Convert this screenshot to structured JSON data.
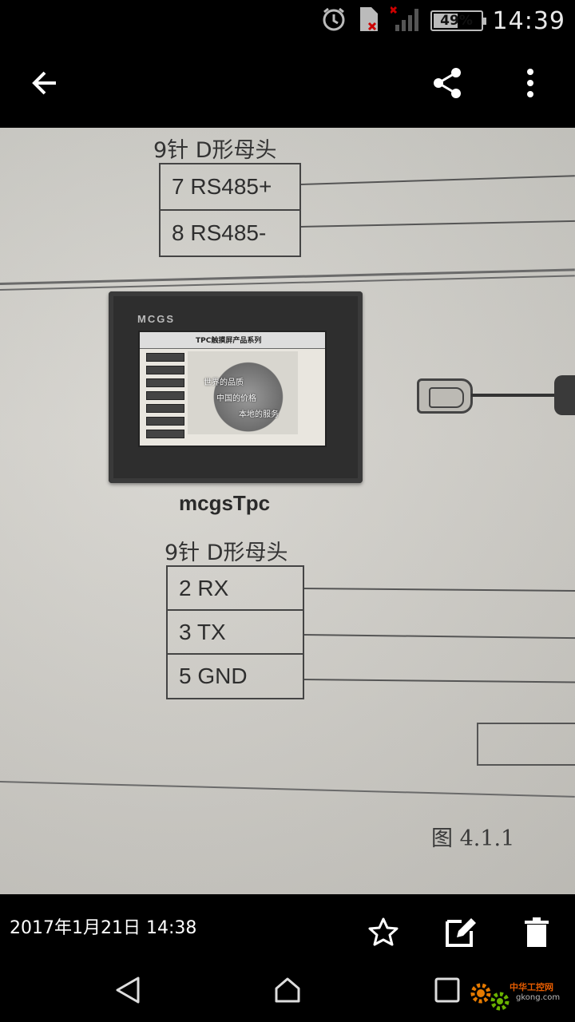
{
  "status_bar": {
    "time": "14:39",
    "battery_percent": "49%",
    "battery_level": 0.49,
    "icons": [
      "alarm-icon",
      "sim-error-icon",
      "no-signal-icon",
      "battery-icon"
    ]
  },
  "app_bar": {
    "icons": [
      "back-arrow-icon",
      "share-icon",
      "more-vert-icon"
    ]
  },
  "photo": {
    "top_connector_caption": "9针  D形母头",
    "top_pins": [
      "7 RS485+",
      "8 RS485-"
    ],
    "device_brand": "MCGS",
    "screen_title": "TPC触摸屏产品系列",
    "screen_slogan": [
      "世界的品质",
      "中国的价格",
      "本地的服务"
    ],
    "device_label": "mcgsTpc",
    "bottom_connector_caption": "9针  D形母头",
    "bottom_pins": [
      "2 RX",
      "3 TX",
      "5 GND"
    ],
    "figure_label": "图 4.1.1"
  },
  "bottom_bar": {
    "datetime": "2017年1月21日 14:38",
    "icons": [
      "star-icon",
      "edit-icon",
      "delete-icon"
    ]
  },
  "nav_bar": {
    "icons": [
      "nav-back-icon",
      "nav-home-icon",
      "nav-recents-icon"
    ]
  },
  "watermark": {
    "title": "中华工控网",
    "url": "gkong.com"
  }
}
